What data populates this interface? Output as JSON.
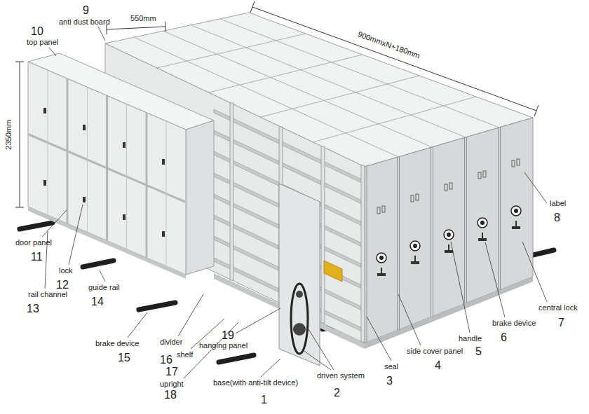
{
  "diagram": {
    "labels": [
      "9",
      "anti dust board",
      "550mm",
      "900mmxN+180mm",
      "10",
      "top panel",
      "2350mm",
      "label",
      "8",
      "door panel",
      "11",
      "lock",
      "12",
      "rail channel",
      "13",
      "guide rail",
      "14",
      "central lock",
      "7",
      "brake device",
      "6",
      "handle",
      "5",
      "side cover panel",
      "4",
      "seal",
      "3",
      "brake device",
      "15",
      "divider",
      "16",
      "shelf",
      "17",
      "19",
      "hanging panel",
      "upright",
      "18",
      "base(with anti-tilt device)",
      "1",
      "driven system",
      "2"
    ]
  }
}
